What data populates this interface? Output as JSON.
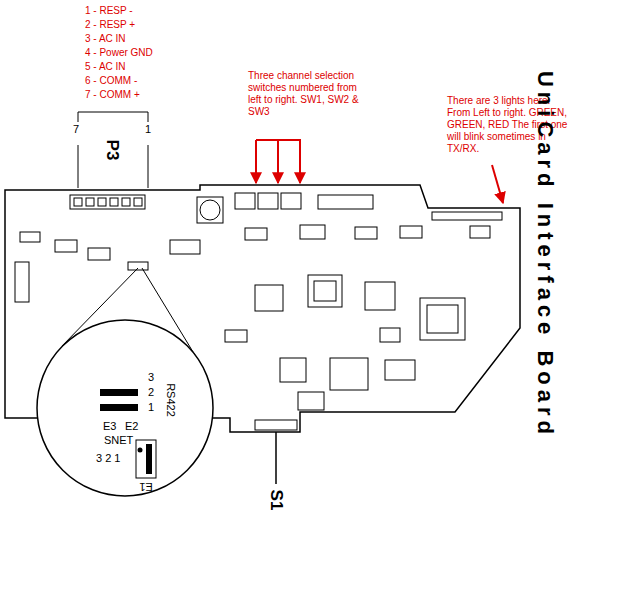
{
  "diagram": {
    "labels": [
      "1 - RESP -",
      "2 - RESP +",
      "3 - AC IN",
      "4 - Power GND",
      "5 - AC IN",
      "6 - COMM -",
      "7 - COMM +",
      "7",
      "P3",
      "1",
      "Three channel selection switches numbered from left to right. SW1, SW2 & SW3",
      "There are 3 lights here. From Left to right. GREEN, GREEN, RED The first one will blink sometimes in TX/RX.",
      "UniCard Interface Board",
      "3",
      "2",
      "1",
      "RS422",
      "E3",
      "E2",
      "SNET",
      "3 2 1",
      "E1",
      "S1"
    ]
  }
}
